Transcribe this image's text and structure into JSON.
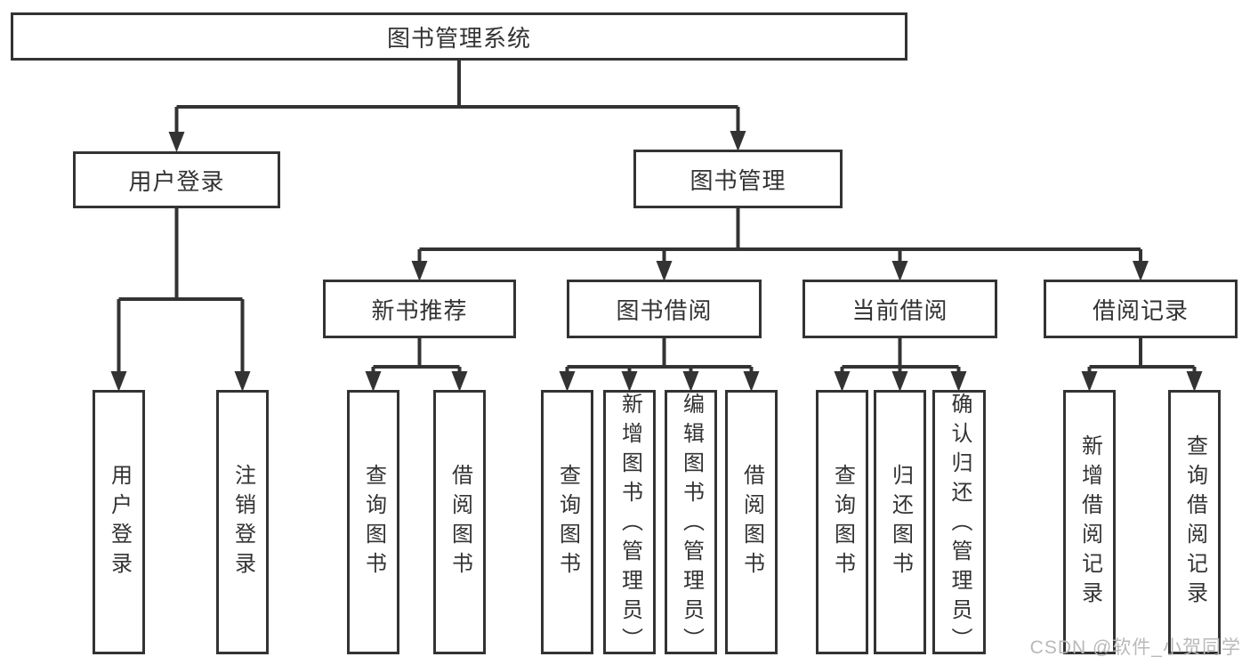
{
  "page": {
    "background_color": "#ffffff",
    "line_color": "#333333",
    "box_border_color": "#333333",
    "text_color": "#333333",
    "watermark_color": "#b9b9b9"
  },
  "watermark": {
    "text": "CSDN @软件_小贺同学"
  },
  "tree": {
    "label": "图书管理系统",
    "children": [
      {
        "label": "用户登录",
        "children": [
          {
            "label": "用户登录"
          },
          {
            "label": "注销登录"
          }
        ]
      },
      {
        "label": "图书管理",
        "children": [
          {
            "label": "新书推荐",
            "children": [
              {
                "label": "查询图书"
              },
              {
                "label": "借阅图书"
              }
            ]
          },
          {
            "label": "图书借阅",
            "children": [
              {
                "label": "查询图书"
              },
              {
                "label": "新增图书（管理员）"
              },
              {
                "label": "编辑图书（管理员）"
              },
              {
                "label": "借阅图书"
              }
            ]
          },
          {
            "label": "当前借阅",
            "children": [
              {
                "label": "查询图书"
              },
              {
                "label": "归还图书"
              },
              {
                "label": "确认归还（管理员）"
              }
            ]
          },
          {
            "label": "借阅记录",
            "children": [
              {
                "label": "新增借阅记录"
              },
              {
                "label": "查询借阅记录"
              }
            ]
          }
        ]
      }
    ]
  }
}
